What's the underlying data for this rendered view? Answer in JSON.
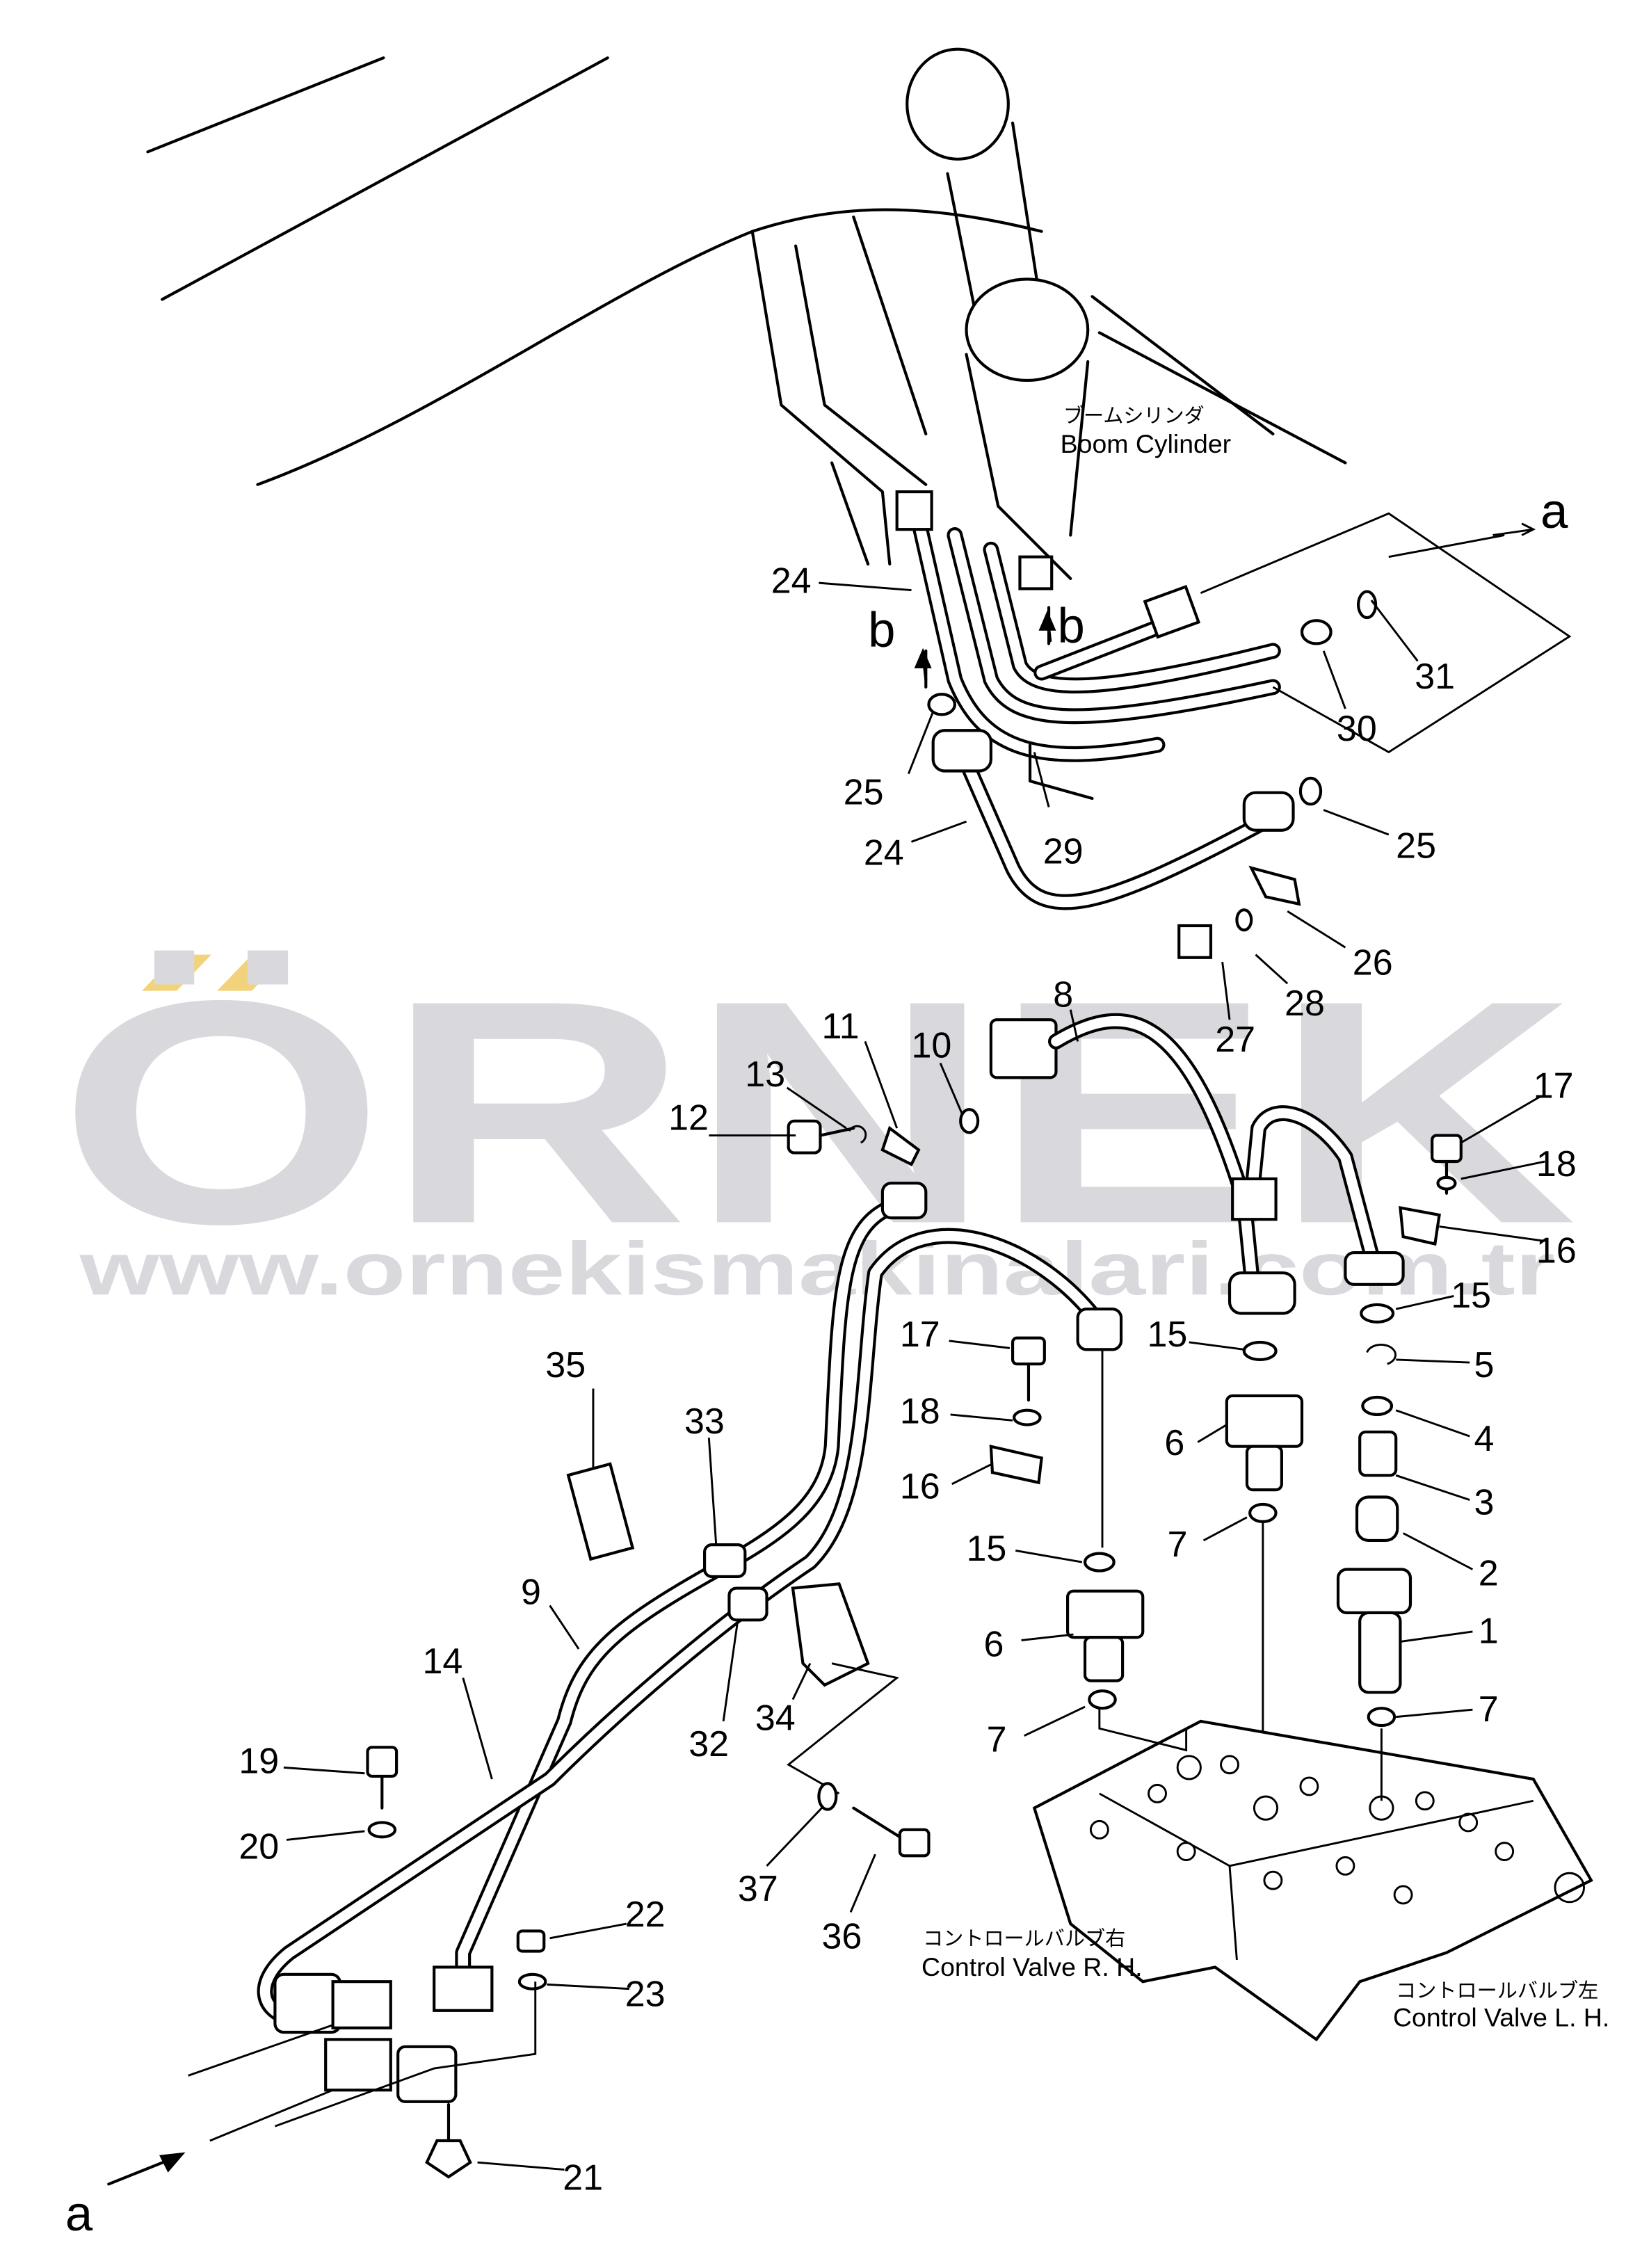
{
  "watermark": {
    "brand": "ÖRNEK",
    "url": "www.ornekismakinalari.com.tr",
    "accent": "#f2d27a",
    "grey": "#d9d9dd"
  },
  "captions": {
    "boom_cylinder_jp": "ブームシリンダ",
    "boom_cylinder_en": "Boom Cylinder",
    "valve_rh_jp": "コントロールバルブ右",
    "valve_rh_en": "Control Valve R. H.",
    "valve_lh_jp": "コントロールバルブ左",
    "valve_lh_en": "Control Valve L. H."
  },
  "callouts": [
    "24",
    "b",
    "b",
    "a",
    "31",
    "30",
    "25",
    "29",
    "24",
    "25",
    "26",
    "28",
    "27",
    "8",
    "11",
    "10",
    "13",
    "12",
    "17",
    "18",
    "16",
    "15",
    "17",
    "15",
    "5",
    "35",
    "18",
    "4",
    "6",
    "33",
    "16",
    "3",
    "9",
    "15",
    "7",
    "2",
    "14",
    "6",
    "1",
    "34",
    "32",
    "7",
    "7",
    "19",
    "20",
    "37",
    "36",
    "22",
    "23",
    "21",
    "a"
  ]
}
